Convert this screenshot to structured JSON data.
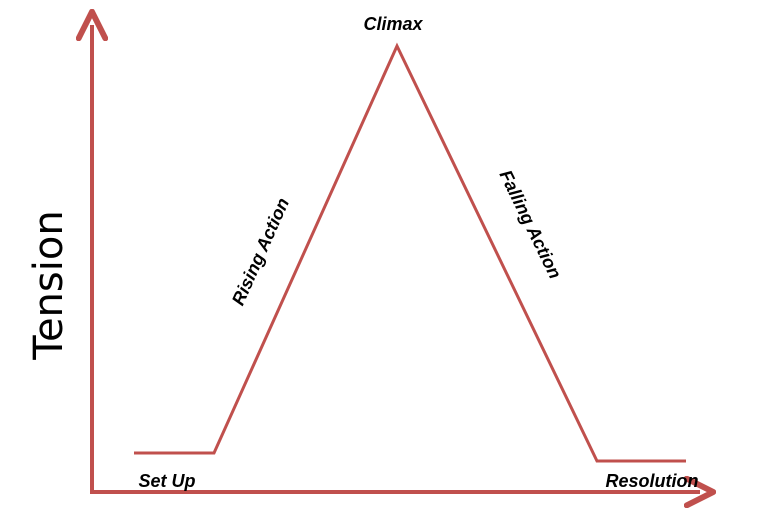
{
  "diagram": {
    "y_axis_label": "Tension",
    "stages": {
      "setup": "Set Up",
      "rising": "Rising Action",
      "climax": "Climax",
      "falling": "Falling Action",
      "resolution": "Resolution"
    },
    "colors": {
      "axis": "#c0504d",
      "plot_line": "#c0504d",
      "text": "#000000"
    }
  }
}
